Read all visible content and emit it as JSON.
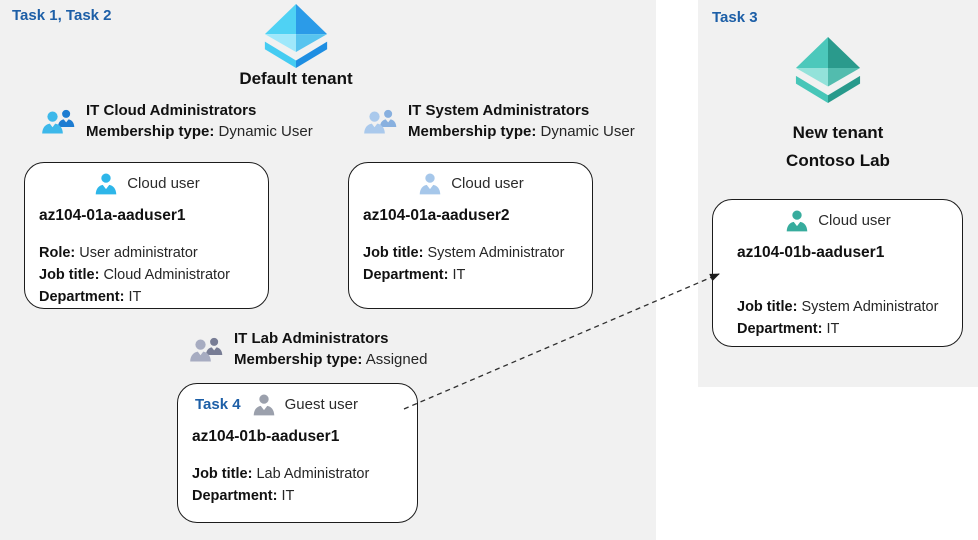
{
  "task4_label": "Task 4",
  "left": {
    "task_label": "Task 1, Task 2",
    "tenant_title": "Default tenant",
    "groups": [
      {
        "name": "IT Cloud Administrators",
        "membership_label": "Membership type:",
        "membership_value": "Dynamic User"
      },
      {
        "name": "IT System Administrators",
        "membership_label": "Membership type:",
        "membership_value": "Dynamic User"
      },
      {
        "name": "IT Lab Administrators",
        "membership_label": "Membership type:",
        "membership_value": "Assigned"
      }
    ],
    "cards": [
      {
        "user_type": "Cloud user",
        "name": "az104-01a-aaduser1",
        "fields": [
          {
            "label": "Role:",
            "value": "User administrator"
          },
          {
            "label": "Job title:",
            "value": "Cloud Administrator"
          },
          {
            "label": "Department:",
            "value": "IT"
          }
        ]
      },
      {
        "user_type": "Cloud user",
        "name": "az104-01a-aaduser2",
        "fields": [
          {
            "label": "Job title:",
            "value": "System Administrator"
          },
          {
            "label": "Department:",
            "value": "IT"
          }
        ]
      },
      {
        "user_type": "Guest user",
        "name": "az104-01b-aaduser1",
        "fields": [
          {
            "label": "Job title:",
            "value": "Lab Administrator"
          },
          {
            "label": "Department:",
            "value": "IT"
          }
        ]
      }
    ]
  },
  "right": {
    "task_label": "Task 3",
    "tenant_title_line1": "New tenant",
    "tenant_title_line2": "Contoso Lab",
    "card": {
      "user_type": "Cloud user",
      "name": "az104-01b-aaduser1",
      "fields": [
        {
          "label": "Job title:",
          "value": "System Administrator"
        },
        {
          "label": "Department:",
          "value": "IT"
        }
      ]
    }
  },
  "colors": {
    "task_label": "#1d5fa7",
    "panel_bg": "#f1f1f1",
    "arrow": "#2e2e2e",
    "pyr_blue_ul": "#4fd2f4",
    "pyr_blue_ur": "#2b9be8",
    "pyr_blue_ll": "#9fe8fb",
    "pyr_blue_lr": "#58c4ef",
    "pyr_blue_chev_l": "#45ccf2",
    "pyr_blue_chev_r": "#1e8ee2",
    "pyr_teal_ul": "#4cc8bb",
    "pyr_teal_ur": "#2a9a8c",
    "pyr_teal_ll": "#93e2da",
    "pyr_teal_lr": "#52bcae",
    "pyr_teal_chev_l": "#47c6b8",
    "pyr_teal_chev_r": "#289a8c",
    "user_cyan": "#2eb6e9",
    "user_lightblue": "#a6c7ea",
    "user_gray": "#9ba0ac",
    "user_teal": "#37ac9d",
    "grp1_front": "#3db8ea",
    "grp1_back": "#1d7cd1",
    "grp2_front": "#aac9ec",
    "grp2_back": "#88b0df",
    "grp3_front": "#a7acc1",
    "grp3_back": "#787d95"
  }
}
